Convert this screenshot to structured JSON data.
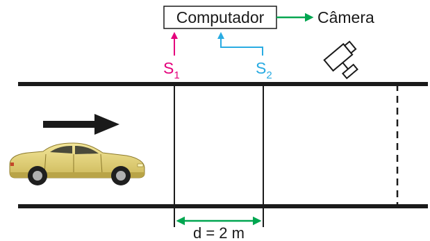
{
  "diagram": {
    "computer_label": "Computador",
    "camera_label": "Câmera",
    "sensor1": {
      "main": "S",
      "sub": "1"
    },
    "sensor2": {
      "main": "S",
      "sub": "2"
    },
    "distance_label": "d = 2 m"
  },
  "colors": {
    "road": "#1a1a1a",
    "sensor1_signal": "#e4007c",
    "sensor2_signal": "#29abe2",
    "camera_link": "#00a650",
    "distance_arrow": "#00a650",
    "car_body": "#e8d67a",
    "car_shadow": "#b9a447"
  },
  "icons": {
    "direction": "right-arrow-icon",
    "camera": "surveillance-camera-icon",
    "vehicle": "car-icon"
  }
}
